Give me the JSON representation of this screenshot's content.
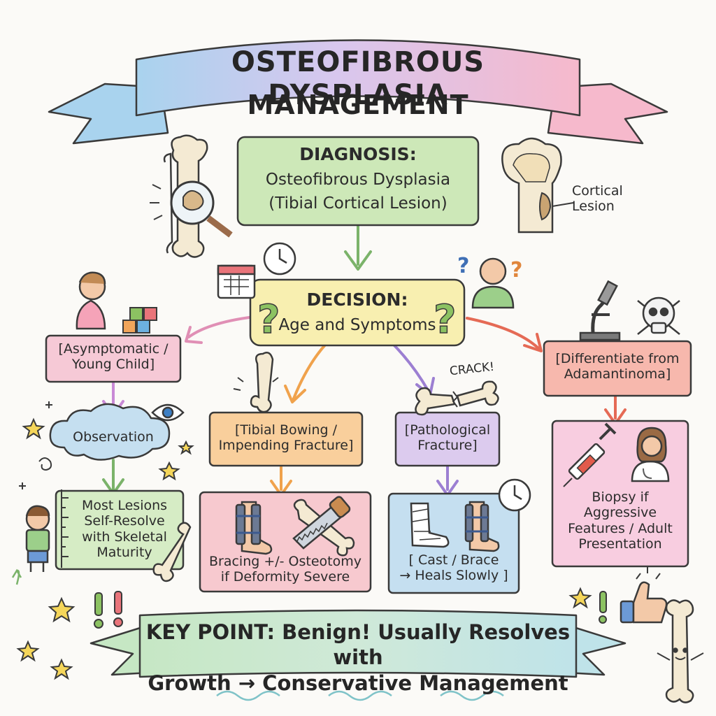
{
  "title": {
    "line1": "OSTEOFIBROUS DYSPLASIA",
    "line2": "MANAGEMENT"
  },
  "diagnosis": {
    "heading": "DIAGNOSIS:",
    "line1": "Osteofibrous Dysplasia",
    "line2": "(Tibial Cortical Lesion)"
  },
  "cortical_label": {
    "line1": "Cortical",
    "line2": "Lesion"
  },
  "decision": {
    "heading": "DECISION:",
    "subtitle": "Age and Symptoms"
  },
  "branches": {
    "asymptomatic": {
      "line1": "[Asymptomatic /",
      "line2": "Young Child]"
    },
    "observation": "Observation",
    "self_resolve": {
      "line1": "Most Lesions",
      "line2": "Self-Resolve",
      "line3": "with Skeletal",
      "line4": "Maturity"
    },
    "tibial_bowing": {
      "line1": "[Tibial Bowing /",
      "line2": "Impending Fracture]"
    },
    "bracing": {
      "line1": "Bracing +/- Osteotomy",
      "line2": "if Deformity Severe"
    },
    "pathological": {
      "line1": "[Pathological",
      "line2": "Fracture]"
    },
    "crack": "CRACK!",
    "cast": {
      "line1": "[ Cast / Brace",
      "line2": "→ Heals Slowly ]"
    },
    "differentiate": {
      "line1": "[Differentiate from",
      "line2": "Adamantinoma]"
    },
    "biopsy": {
      "line1": "Biopsy if",
      "line2": "Aggressive",
      "line3": "Features / Adult",
      "line4": "Presentation"
    }
  },
  "key_point": {
    "line1": "KEY POINT: Benign! Usually Resolves with",
    "line2": "Growth → Conservative Management"
  },
  "colors": {
    "green": "#cde8b8",
    "yellow": "#f8efb0",
    "pink": "#f6c9d6",
    "orange": "#f9cf9c",
    "purple": "#dccbee",
    "red": "#f7b8ad",
    "blue": "#c5dff0",
    "rose": "#f7c9cf",
    "teal": "#c9eae0",
    "bone": "#f4ead3"
  },
  "icons": [
    "ribbon-banner",
    "tibia-bone-icon",
    "magnifier-icon",
    "bone-cross-section-icon",
    "calendar-icon",
    "clock-icon",
    "thinking-person-icon",
    "child-with-blocks-icon",
    "microscope-icon",
    "skull-icon",
    "eye-icon",
    "cloud-icon",
    "growth-ruler-icon",
    "boy-icon",
    "cracked-bone-icon",
    "brace-leg-icon",
    "saw-icon",
    "cast-icon",
    "syringe-icon",
    "doctor-icon",
    "thumbs-up-icon",
    "happy-bone-icon",
    "star-icon"
  ]
}
